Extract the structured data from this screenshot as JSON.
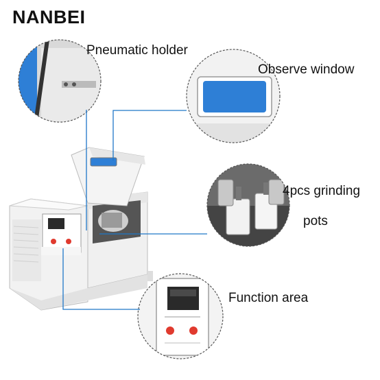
{
  "brand": "NANBEI",
  "callouts": {
    "pneumatic_holder": "Pneumatic holder",
    "observe_window": "Observe window",
    "grinding_pots_line1": "4pcs grinding",
    "grinding_pots_line2": "pots",
    "function_area": "Function area"
  },
  "colors": {
    "leader_line": "#1f77c8",
    "window_blue": "#2e7fd6",
    "machine_body": "#eeeeee"
  }
}
